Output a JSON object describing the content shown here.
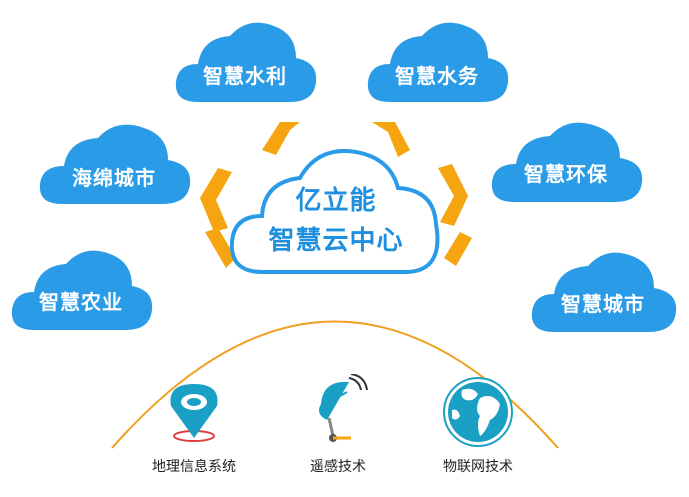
{
  "center": {
    "line1": "亿立能",
    "line2": "智慧云中心"
  },
  "clouds": {
    "water_conservancy": "智慧水利",
    "water_affairs": "智慧水务",
    "sponge_city": "海绵城市",
    "env_protection": "智慧环保",
    "agriculture": "智慧农业",
    "smart_city": "智慧城市"
  },
  "technologies": {
    "gis": "地理信息系统",
    "remote_sensing": "遥感技术",
    "iot": "物联网技术"
  },
  "colors": {
    "cloud_blue": "#2a9be6",
    "accent_orange": "#f6a410",
    "arc_orange": "#f0a020",
    "center_text": "#1f8fe0"
  },
  "icons": {
    "gis": "map-pin-icon",
    "remote_sensing": "satellite-dish-icon",
    "iot": "globe-icon"
  }
}
